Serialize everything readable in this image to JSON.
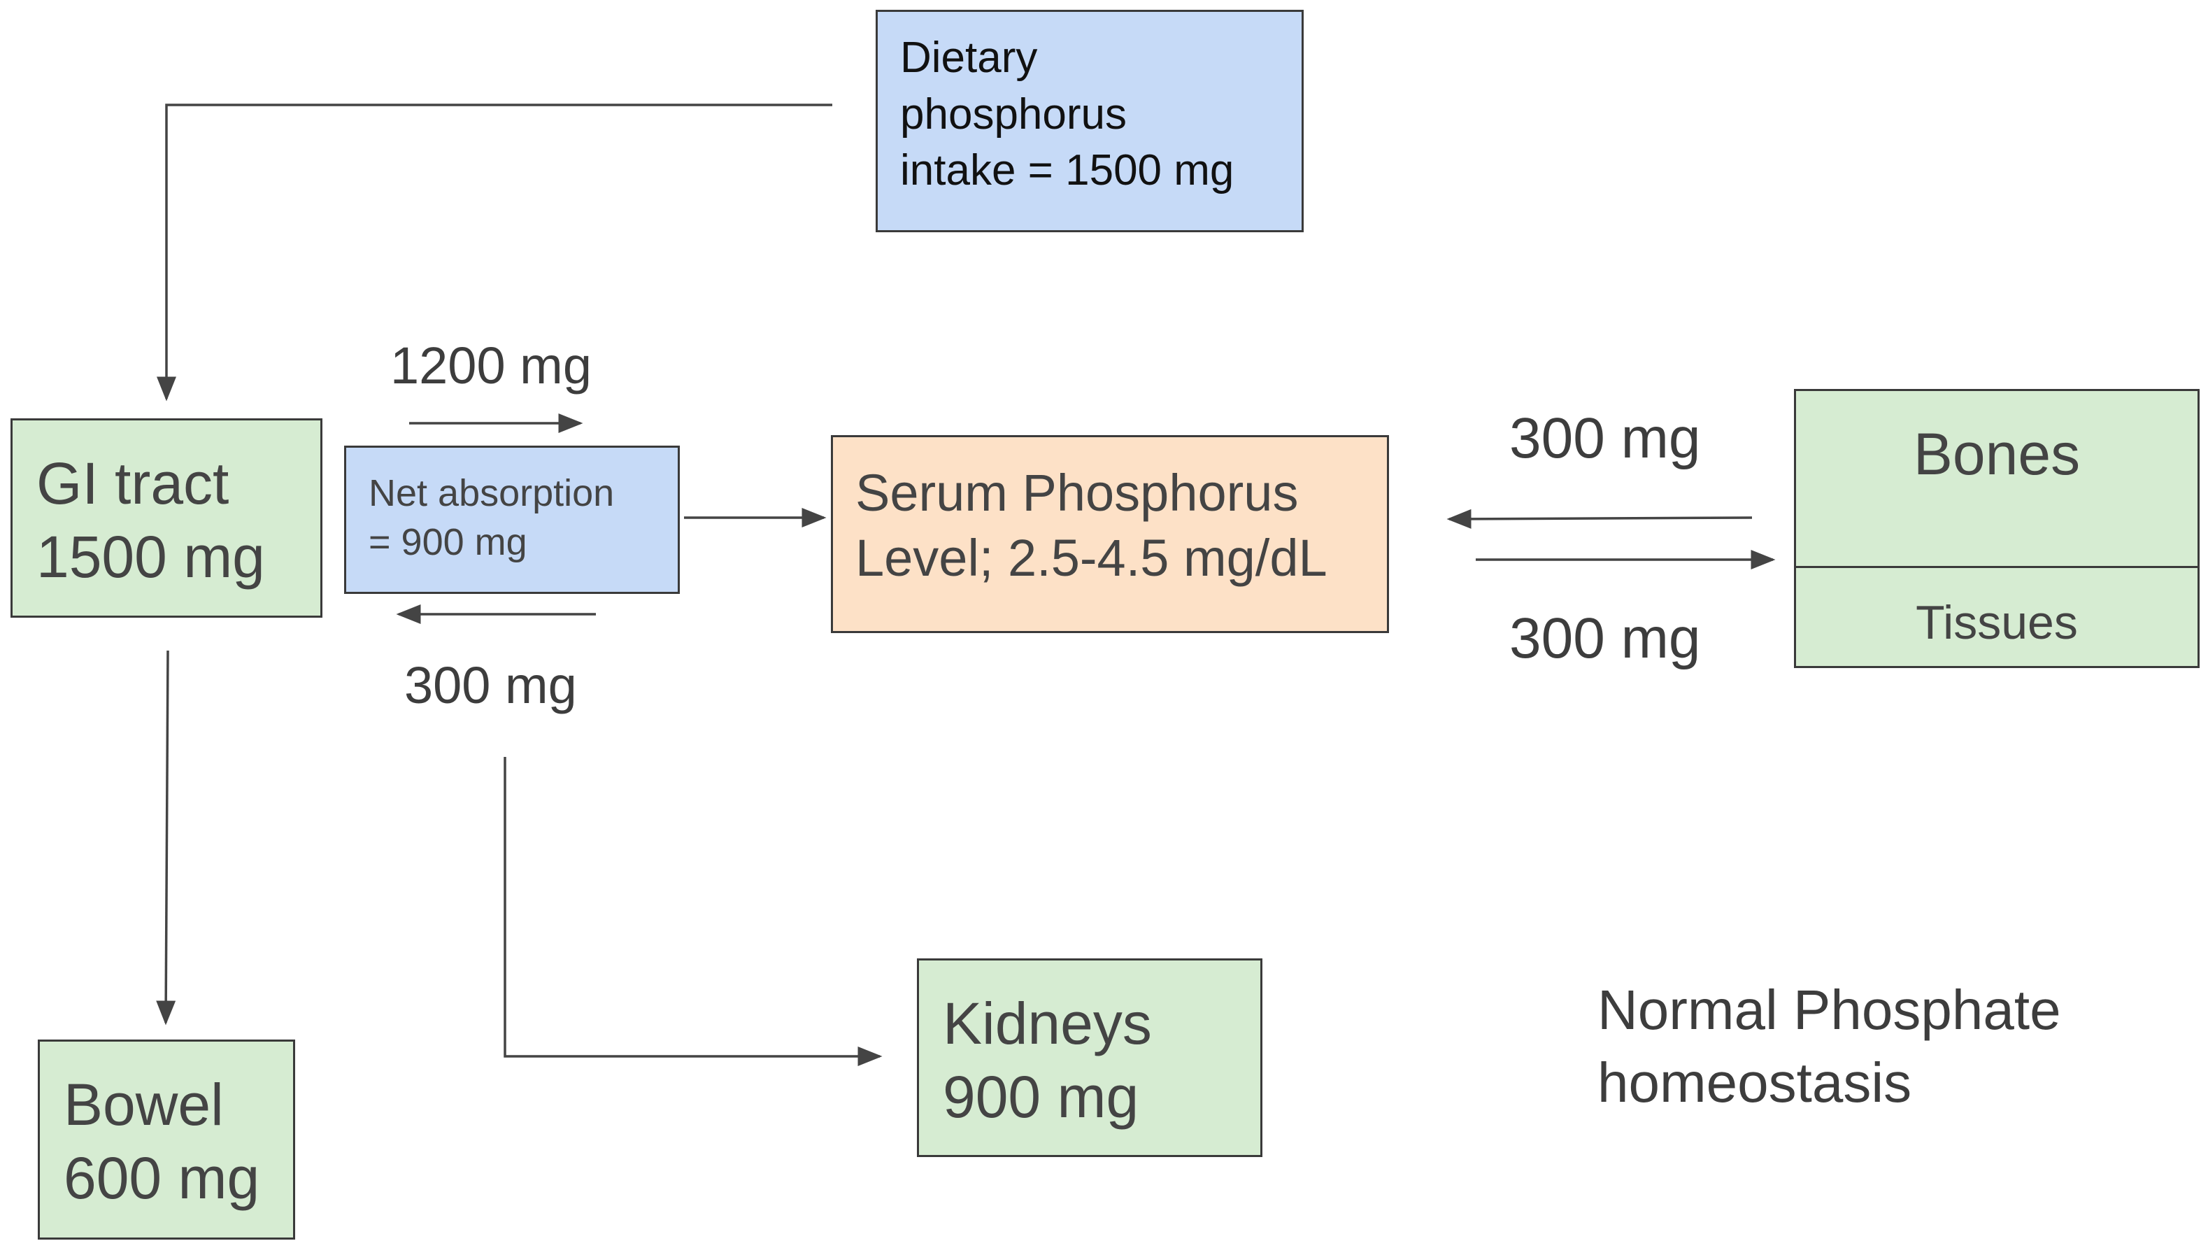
{
  "nodes": {
    "dietary": {
      "line1": "Dietary",
      "line2": "phosphorus",
      "line3": "intake = 1500 mg",
      "color": "#c6daf7"
    },
    "gi_tract": {
      "line1": "GI tract",
      "line2": "1500 mg",
      "color": "#d6ecd2"
    },
    "net_absorption": {
      "line1": "Net absorption",
      "line2": "= 900 mg",
      "color": "#c6daf7"
    },
    "serum": {
      "line1": "Serum Phosphorus",
      "line2": "Level; 2.5-4.5 mg/dL",
      "color": "#fde1c7"
    },
    "bones": {
      "label": "Bones",
      "color": "#d6ecd2"
    },
    "tissues": {
      "label": "Tissues",
      "color": "#d6ecd2"
    },
    "bowel": {
      "line1": "Bowel",
      "line2": "600 mg",
      "color": "#d6ecd2"
    },
    "kidneys": {
      "line1": "Kidneys",
      "line2": "900 mg",
      "color": "#d6ecd2"
    }
  },
  "edges": {
    "absorb_in": "1200 mg",
    "secrete_back": "300 mg",
    "from_bones": "300 mg",
    "to_bones": "300 mg"
  },
  "caption": {
    "line1": "Normal Phosphate",
    "line2": "homeostasis"
  }
}
